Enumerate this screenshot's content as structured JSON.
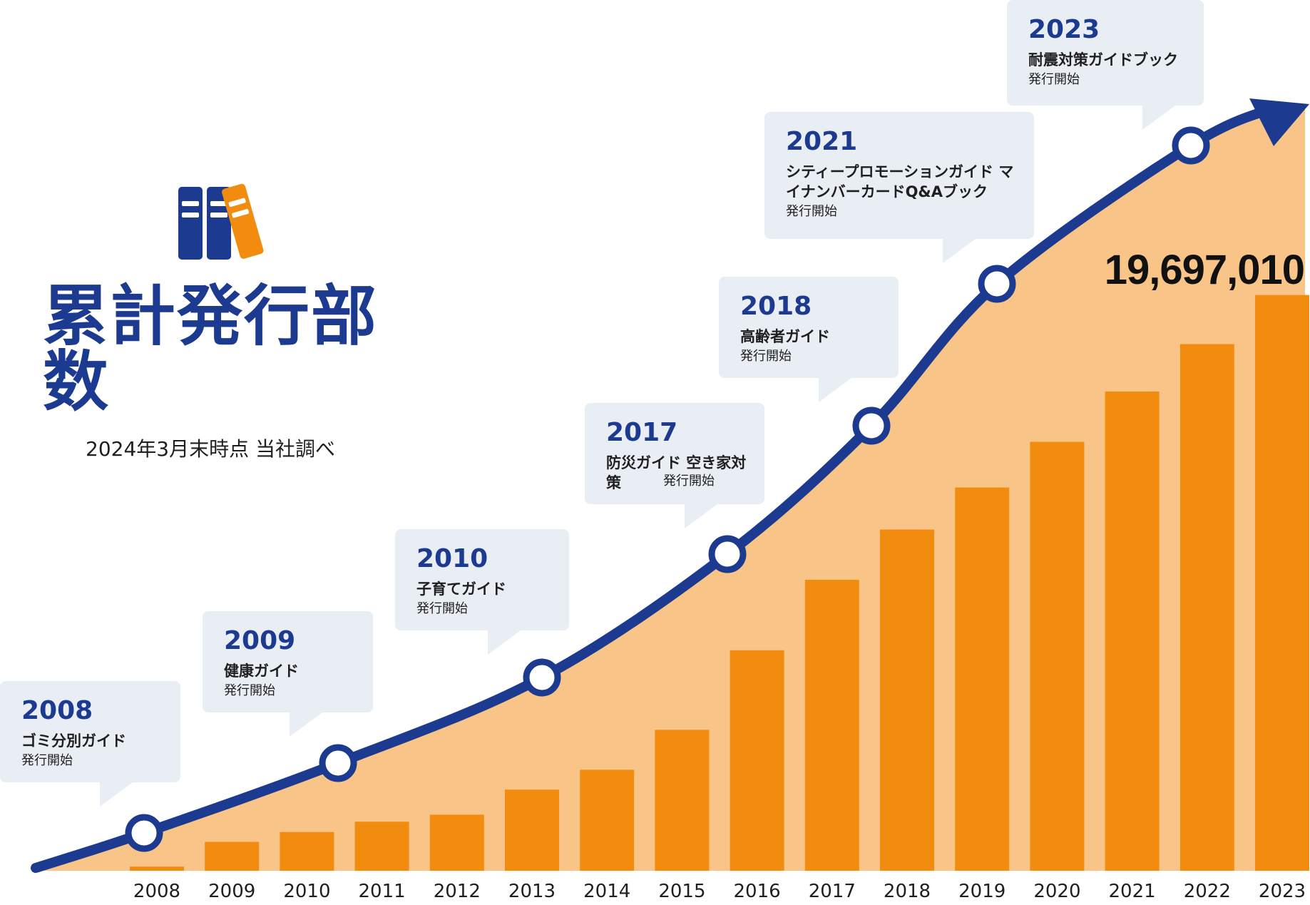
{
  "header": {
    "title": "累計発行部数",
    "subtitle": "2024年3月末時点 当社調べ"
  },
  "icons": {
    "books": "books-icon"
  },
  "colors": {
    "navy": "#1c3a8f",
    "bar": "#f28c0f",
    "area": "#f8c487",
    "callout_bg": "#e9edf4",
    "marker_fill": "#ffffff"
  },
  "total_label": "19,697,010",
  "milestones": [
    {
      "year": "2008",
      "guide": "ゴミ分別ガイド",
      "start": "発行開始"
    },
    {
      "year": "2009",
      "guide": "健康ガイド",
      "start": "発行開始"
    },
    {
      "year": "2010",
      "guide": "子育てガイド",
      "start": "発行開始"
    },
    {
      "year": "2017",
      "guide": "防災ガイド 空き家対策",
      "start": "発行開始"
    },
    {
      "year": "2018",
      "guide": "高齢者ガイド",
      "start": "発行開始"
    },
    {
      "year": "2021",
      "guide": "シティープロモーションガイド マイナンバーカードQ&Aブック",
      "start": "発行開始"
    },
    {
      "year": "2023",
      "guide": "耐震対策ガイドブック",
      "start": "発行開始"
    }
  ],
  "chart_data": {
    "type": "bar",
    "categories": [
      "2008",
      "2009",
      "2010",
      "2011",
      "2012",
      "2013",
      "2014",
      "2015",
      "2016",
      "2017",
      "2018",
      "2019",
      "2020",
      "2021",
      "2022",
      "2023"
    ],
    "values": [
      100000,
      700000,
      940000,
      1190000,
      1360000,
      1970000,
      2450000,
      3420000,
      5350000,
      7060000,
      8280000,
      9300000,
      10410000,
      11630000,
      12780000,
      13970000
    ],
    "ylim": [
      0,
      14000000
    ],
    "grid": false,
    "legend": "none",
    "total_value": 19697010
  }
}
